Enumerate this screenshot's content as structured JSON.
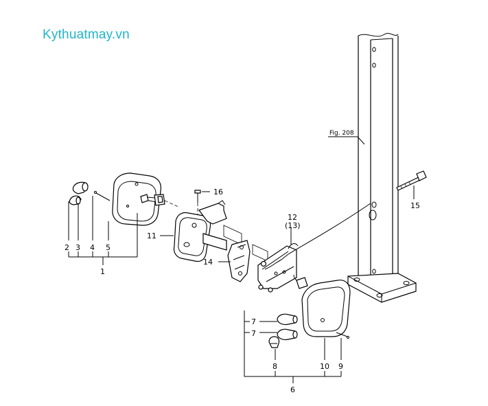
{
  "watermark": {
    "text": "Kythuatmay.vn",
    "color": "#1fb5c8"
  },
  "figure_ref": "Fig. 208",
  "labels": {
    "p1": "1",
    "p2": "2",
    "p3": "3",
    "p4": "4",
    "p5": "5",
    "p6": "6",
    "p7a": "7",
    "p7b": "7",
    "p8": "8",
    "p9": "9",
    "p10": "10",
    "p11": "11",
    "p12": "12",
    "p13": "(13)",
    "p14": "14",
    "p15": "15",
    "p16": "16"
  }
}
